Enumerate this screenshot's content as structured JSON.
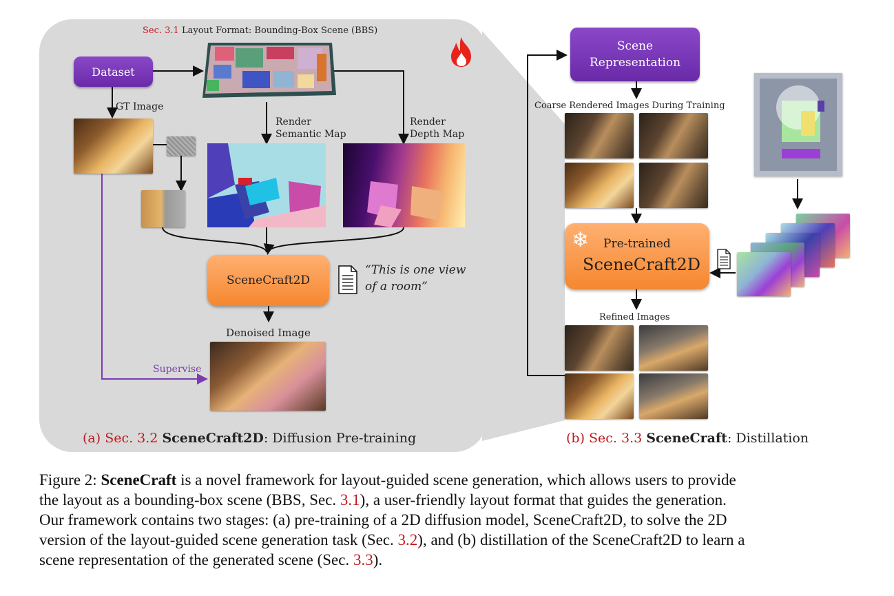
{
  "panel_a": {
    "top_label_sec": "Sec. 3.1",
    "top_label_text": " Layout Format: Bounding-Box Scene (BBS)",
    "dataset": "Dataset",
    "gt_image": "GT Image",
    "render_semantic_1": "Render",
    "render_semantic_2": "Semantic Map",
    "render_depth_1": "Render",
    "render_depth_2": "Depth Map",
    "model": "SceneCraft2D",
    "prompt_line1": "“This is one view",
    "prompt_line2": "of a room”",
    "denoised": "Denoised Image",
    "supervise": "Supervise",
    "caption_sec": "(a) Sec. 3.2 ",
    "caption_bold": "SceneCraft2D",
    "caption_rest": ": Diffusion Pre-training"
  },
  "panel_b": {
    "scene_rep_1": "Scene",
    "scene_rep_2": "Representation",
    "coarse": "Coarse Rendered Images During Training",
    "pretrained": "Pre-trained",
    "model": "SceneCraft2D",
    "refined": "Refined Images",
    "caption_sec": "(b) Sec. 3.3 ",
    "caption_bold": "SceneCraft",
    "caption_rest": ": Distillation"
  },
  "caption": {
    "fig": "Figure 2: ",
    "bold": "SceneCraft",
    "t1": " is a novel framework for layout-guided scene generation, which allows users to provide",
    "t2": "the layout as a bounding-box scene (BBS, Sec. ",
    "ref1": "3.1",
    "t3": "), a user-friendly layout format that guides the generation.",
    "t4": "Our framework contains two stages: (a) pre-training of a 2D diffusion model, SceneCraft2D, to solve the 2D",
    "t5": "version of the layout-guided scene generation task (Sec. ",
    "ref2": "3.2",
    "t6": "), and (b) distillation of the SceneCraft2D to learn a",
    "t7": "scene representation of the generated scene (Sec. ",
    "ref3": "3.3",
    "t8": ")."
  },
  "colors": {
    "purple": "#7b3bbd",
    "orange": "#f5872e",
    "ref_red": "#c0171f",
    "supervise": "#7a3cae"
  },
  "icons": [
    "fire-icon",
    "document-icon",
    "snowflake-icon"
  ]
}
